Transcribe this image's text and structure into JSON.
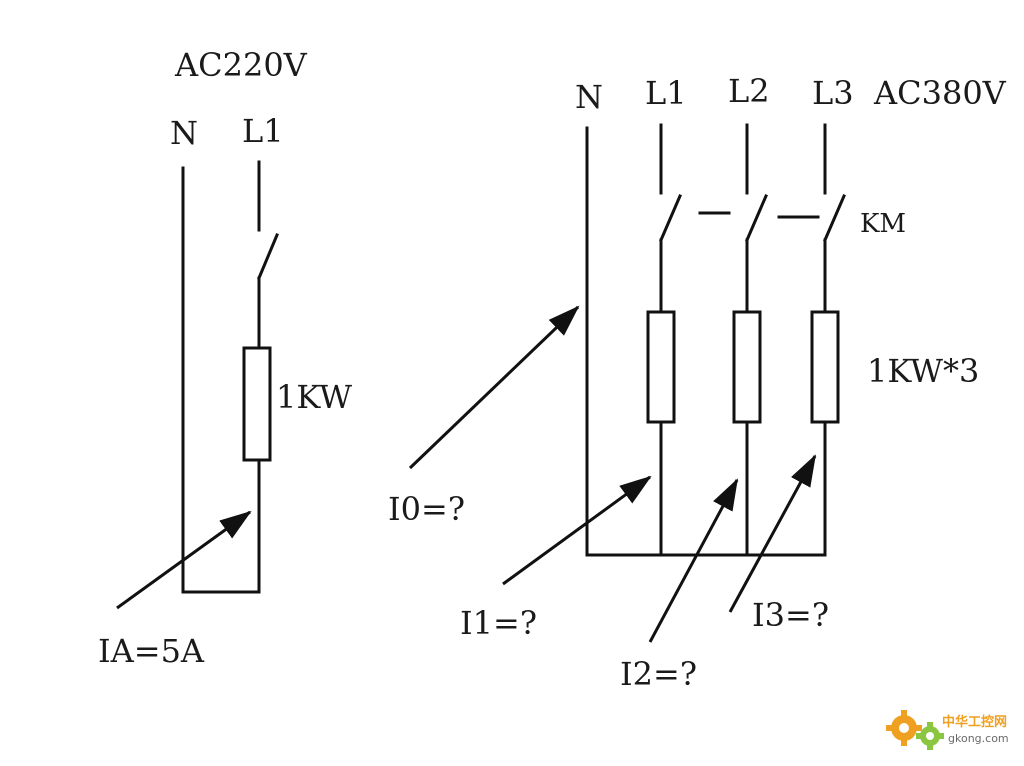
{
  "left_circuit": {
    "voltage_label": "AC220V",
    "neutral_label": "N",
    "line_label": "L1",
    "load_label": "1KW",
    "current_label": "IA=5A"
  },
  "right_circuit": {
    "neutral_label": "N",
    "line1_label": "L1",
    "line2_label": "L2",
    "line3_label": "L3",
    "voltage_label": "AC380V",
    "contactor_label": "KM",
    "load_label": "1KW*3",
    "i0_label": "I0=?",
    "i1_label": "I1=?",
    "i2_label": "I2=?",
    "i3_label": "I3=?"
  },
  "watermark": {
    "cn_text": "中华工控网",
    "domain_text": "gkong.com",
    "colors": {
      "orange": "#f0a020",
      "green": "#8ac63f"
    },
    "icon": "gear-icon"
  }
}
